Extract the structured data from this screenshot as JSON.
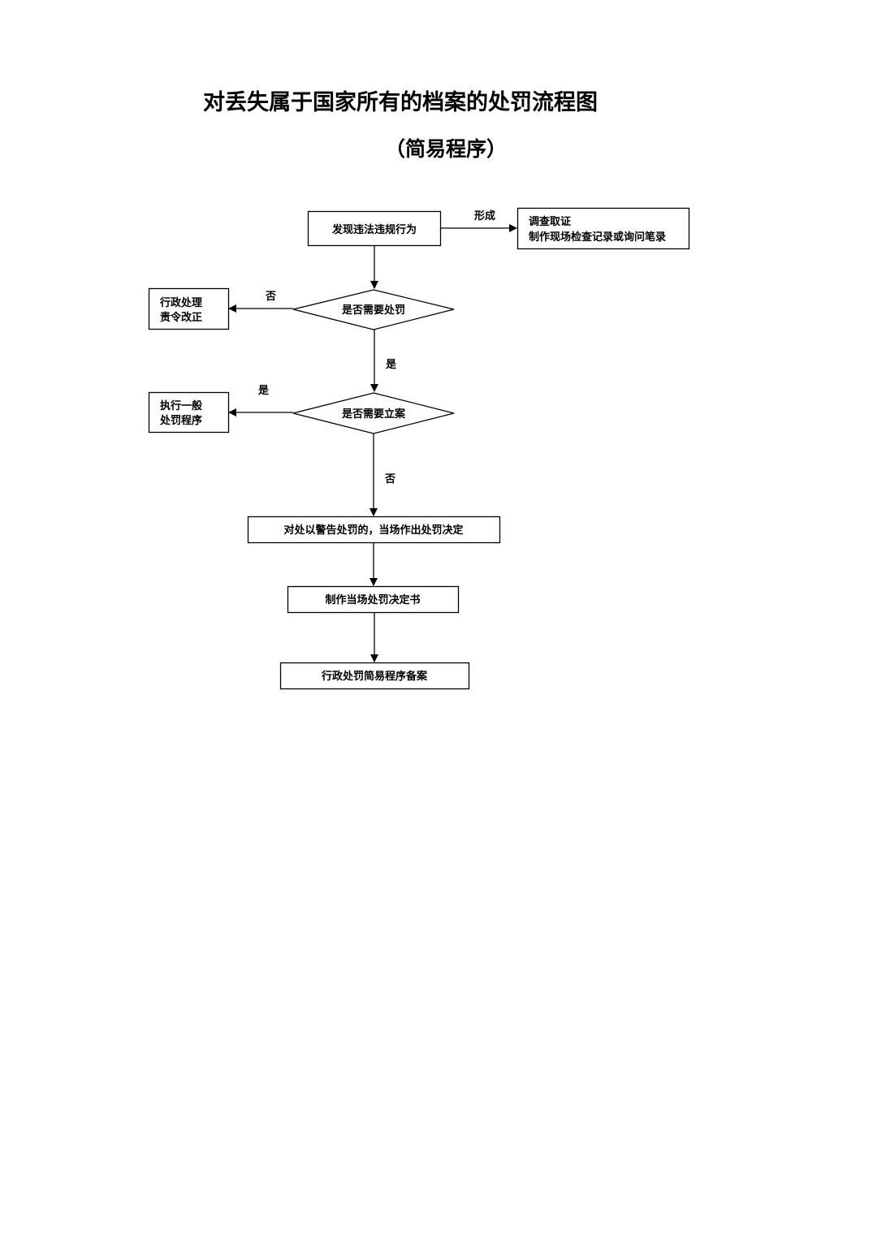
{
  "document": {
    "title": "对丢失属于国家所有的档案的处罚流程图",
    "subtitle": "（简易程序）"
  },
  "flowchart": {
    "nodes": {
      "discover": "发现违法违规行为",
      "investigate_line1": "调查取证",
      "investigate_line2": "制作现场检查记录或询问笔录",
      "need_punish": "是否需要处罚",
      "admin_line1": "行政处理",
      "admin_line2": "责令改正",
      "need_case": "是否需要立案",
      "general_line1": "执行一般",
      "general_line2": "处罚程序",
      "warning_decision": "对处以警告处罚的，当场作出处罚决定",
      "make_decision_doc": "制作当场处罚决定书",
      "file_record": "行政处罚简易程序备案"
    },
    "edges": {
      "form": "形成",
      "no_1": "否",
      "yes_1": "是",
      "yes_2": "是",
      "no_2": "否"
    }
  }
}
